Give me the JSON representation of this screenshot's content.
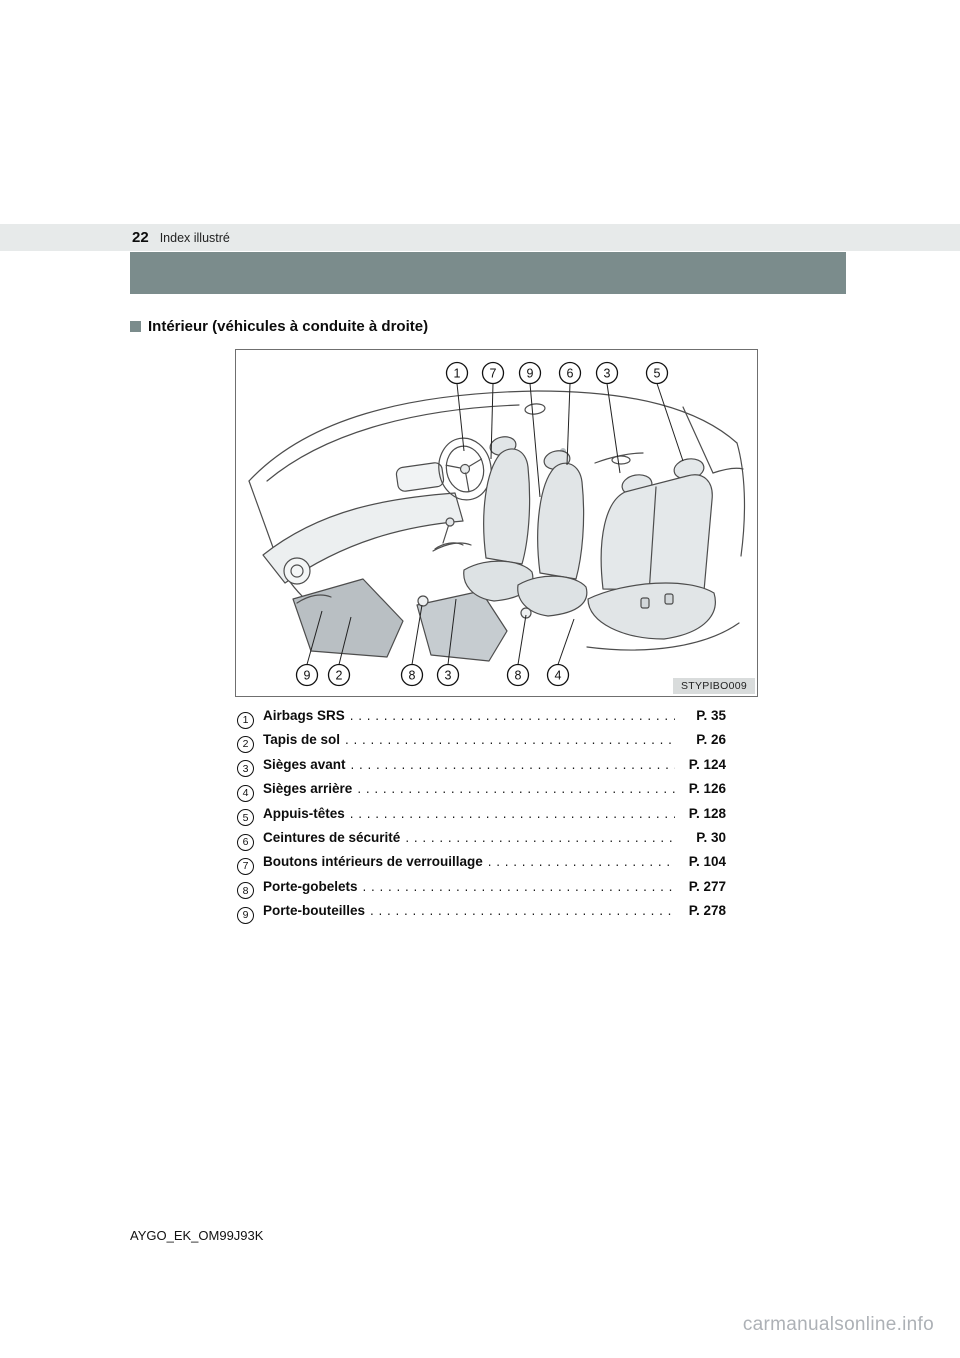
{
  "header": {
    "page_number": "22",
    "section_title": "Index illustré"
  },
  "main": {
    "heading": "Intérieur (véhicules à conduite à droite)",
    "figure": {
      "code": "STYPIBO009",
      "callouts_top": [
        "1",
        "7",
        "9",
        "6",
        "3",
        "5"
      ],
      "callouts_bottom": [
        "9",
        "2",
        "8",
        "3",
        "8",
        "4"
      ]
    },
    "index_items": [
      {
        "num": "1",
        "label": "Airbags SRS",
        "page": "P. 35"
      },
      {
        "num": "2",
        "label": "Tapis de sol",
        "page": "P. 26"
      },
      {
        "num": "3",
        "label": "Sièges avant",
        "page": "P. 124"
      },
      {
        "num": "4",
        "label": "Sièges arrière",
        "page": "P. 126"
      },
      {
        "num": "5",
        "label": "Appuis-têtes",
        "page": "P. 128"
      },
      {
        "num": "6",
        "label": "Ceintures de sécurité",
        "page": "P. 30"
      },
      {
        "num": "7",
        "label": "Boutons intérieurs de verrouillage",
        "page": "P. 104"
      },
      {
        "num": "8",
        "label": "Porte-gobelets",
        "page": "P. 277"
      },
      {
        "num": "9",
        "label": "Porte-bouteilles",
        "page": "P. 278"
      }
    ]
  },
  "footer": {
    "document_code": "AYGO_EK_OM99J93K",
    "watermark": "carmanualsonline.info"
  },
  "colors": {
    "band": "#e7eaea",
    "chapter_bar": "#7b8c8c",
    "bullet": "#7b8c8c"
  }
}
